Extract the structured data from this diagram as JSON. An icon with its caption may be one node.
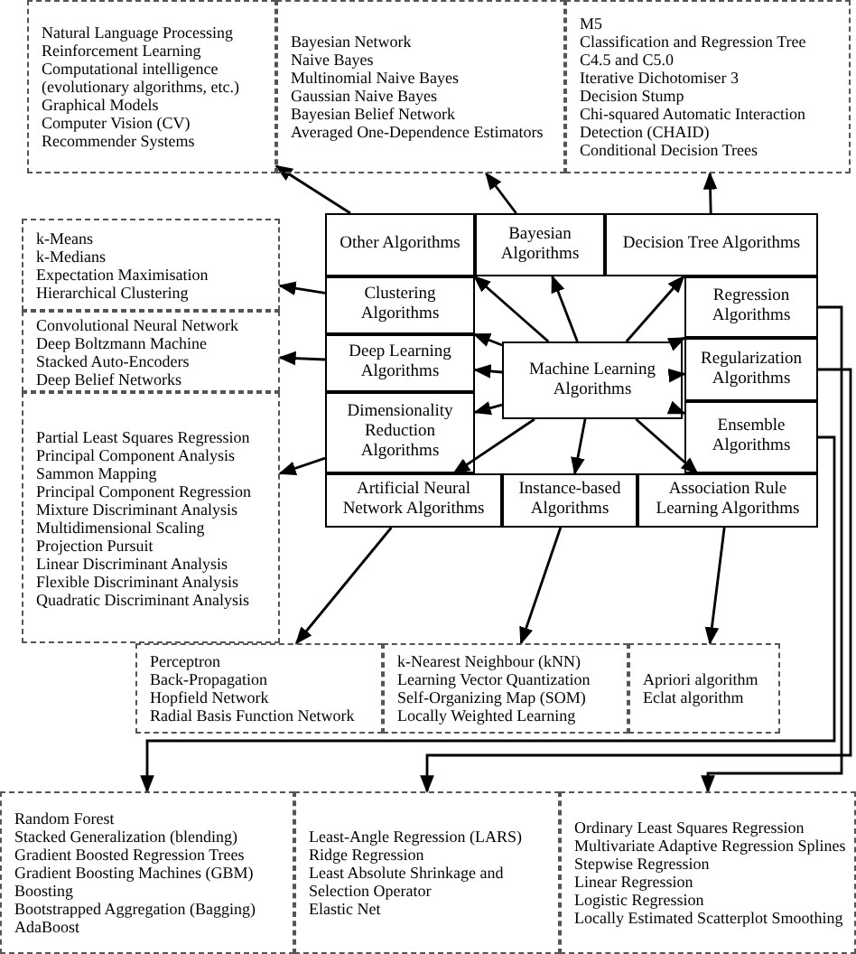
{
  "diagram": {
    "nodes": [
      {
        "text": [
          "Machine Learning Algorithms"
        ]
      },
      {
        "text": [
          "Other Algorithms"
        ]
      },
      {
        "text": [
          "Bayesian Algorithms"
        ]
      },
      {
        "text": [
          "Decision Tree Algorithms"
        ]
      },
      {
        "text": [
          "Clustering Algorithms"
        ]
      },
      {
        "text": [
          "Deep Learning Algorithms"
        ]
      },
      {
        "text": [
          "Dimensionality Reduction Algorithms"
        ]
      },
      {
        "text": [
          "Regression Algorithms"
        ]
      },
      {
        "text": [
          "Regularization Algorithms"
        ]
      },
      {
        "text": [
          "Ensemble Algorithms"
        ]
      },
      {
        "text": [
          "Artificial Neural Network Algorithms"
        ]
      },
      {
        "text": [
          "Instance-based Algorithms"
        ]
      },
      {
        "text": [
          "Association Rule Learning Algorithms"
        ]
      },
      {
        "text": [
          "Natural Language Processing",
          "Reinforcement Learning",
          "Computational intelligence (evolutionary algorithms, etc.)",
          "Graphical Models",
          "Computer Vision (CV)",
          "Recommender Systems"
        ]
      },
      {
        "text": [
          "Bayesian Network",
          "Naive Bayes",
          "Multinomial Naive Bayes",
          "Gaussian Naive Bayes",
          "Bayesian Belief Network",
          "Averaged One-Dependence Estimators"
        ]
      },
      {
        "text": [
          "M5",
          "Classification and Regression Tree",
          "C4.5 and C5.0",
          "Iterative Dichotomiser 3",
          "Decision Stump",
          "Chi-squared Automatic Interaction Detection (CHAID)",
          "Conditional Decision Trees"
        ]
      },
      {
        "text": [
          "k-Means",
          "k-Medians",
          "Expectation Maximisation",
          "Hierarchical Clustering"
        ]
      },
      {
        "text": [
          "Convolutional Neural Network",
          "Deep Boltzmann Machine",
          "Stacked Auto-Encoders",
          "Deep Belief Networks"
        ]
      },
      {
        "text": [
          "Partial Least Squares Regression",
          "Principal Component Analysis",
          "Sammon Mapping",
          "Principal Component Regression",
          "Mixture Discriminant Analysis",
          "Multidimensional Scaling",
          "Projection Pursuit",
          "Linear Discriminant Analysis",
          "Flexible Discriminant Analysis",
          "Quadratic Discriminant Analysis"
        ]
      },
      {
        "text": [
          "Perceptron",
          "Back-Propagation",
          "Hopfield Network",
          "Radial Basis Function Network"
        ]
      },
      {
        "text": [
          "k-Nearest Neighbour (kNN)",
          "Learning Vector Quantization",
          "Self-Organizing Map (SOM)",
          "Locally Weighted Learning"
        ]
      },
      {
        "text": [
          "Apriori algorithm",
          "Eclat algorithm"
        ]
      },
      {
        "text": [
          "Random Forest",
          "Stacked Generalization (blending)",
          "Gradient Boosted Regression Trees",
          "Gradient Boosting Machines (GBM)",
          "Boosting",
          "Bootstrapped Aggregation (Bagging)",
          "AdaBoost"
        ]
      },
      {
        "text": [
          "Least-Angle Regression (LARS)",
          "Ridge Regression",
          "Least Absolute Shrinkage and Selection Operator",
          "Elastic Net"
        ]
      },
      {
        "text": [
          "Ordinary Least Squares Regression",
          "Multivariate Adaptive Regression Splines",
          "Stepwise Regression",
          "Linear Regression",
          "Logistic Regression",
          "Locally Estimated Scatterplot Smoothing"
        ]
      }
    ],
    "edges": [
      {
        "from": 0,
        "to": 1,
        "arrow": "to"
      },
      {
        "from": 0,
        "to": 4,
        "arrow": "to"
      },
      {
        "from": 0,
        "to": 2,
        "arrow": "to"
      },
      {
        "from": 0,
        "to": 3,
        "arrow": "to"
      },
      {
        "from": 0,
        "to": 7,
        "arrow": "to"
      },
      {
        "from": 0,
        "to": 5,
        "arrow": "to"
      },
      {
        "from": 0,
        "to": 8,
        "arrow": "to"
      },
      {
        "from": 0,
        "to": 6,
        "arrow": "to"
      },
      {
        "from": 0,
        "to": 10,
        "arrow": "to"
      },
      {
        "from": 0,
        "to": 11,
        "arrow": "to"
      },
      {
        "from": 0,
        "to": 12,
        "arrow": "to"
      },
      {
        "from": 0,
        "to": 9,
        "arrow": "to"
      },
      {
        "from": 1,
        "to": 13,
        "arrow": "to"
      },
      {
        "from": 2,
        "to": 14,
        "arrow": "to"
      },
      {
        "from": 3,
        "to": 15,
        "arrow": "to"
      },
      {
        "from": 4,
        "to": 16,
        "arrow": "to"
      },
      {
        "from": 5,
        "to": 17,
        "arrow": "to"
      },
      {
        "from": 6,
        "to": 18,
        "arrow": "to"
      },
      {
        "from": 10,
        "to": 19,
        "arrow": "to"
      },
      {
        "from": 11,
        "to": 20,
        "arrow": "to"
      },
      {
        "from": 12,
        "to": 21,
        "arrow": "to"
      },
      {
        "from": 9,
        "to": 22,
        "arrow": "to"
      },
      {
        "from": 8,
        "to": 23,
        "arrow": "to"
      },
      {
        "from": 7,
        "to": 24,
        "arrow": "to"
      }
    ]
  }
}
